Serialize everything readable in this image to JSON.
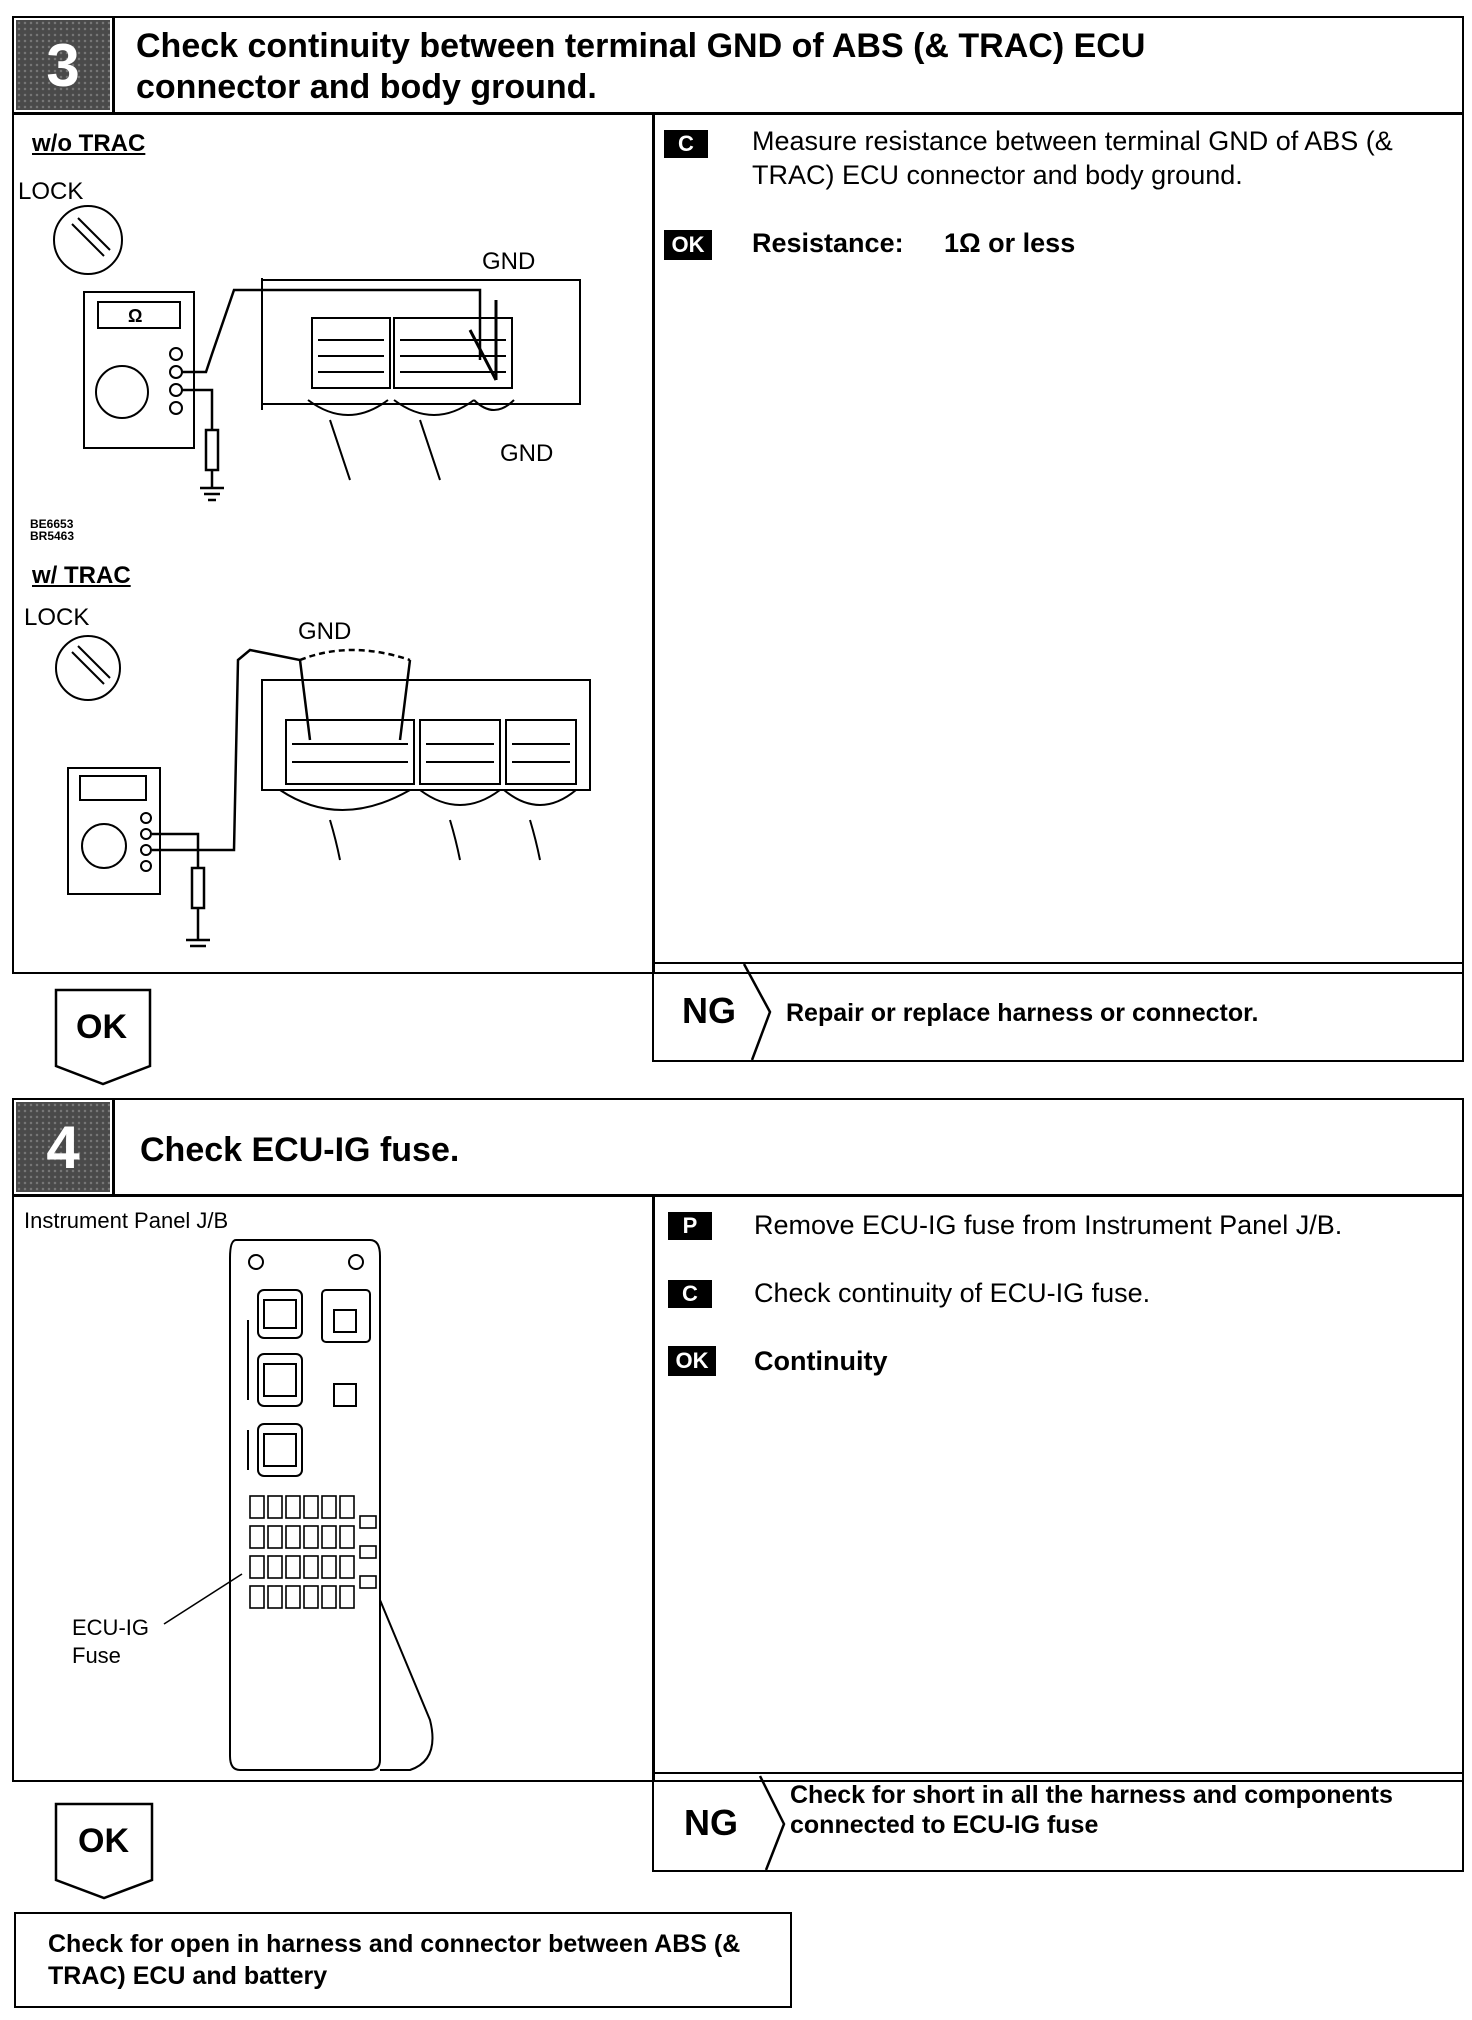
{
  "step3": {
    "number": "3",
    "title": "Check continuity between terminal GND of ABS (& TRAC) ECU connector and body ground.",
    "fig_a": {
      "heading": "w/o TRAC",
      "lock": "LOCK",
      "ohm_symbol": "Ω",
      "gnd_top": "GND",
      "gnd_bottom": "GND",
      "codes": [
        "BE6653",
        "BR5463"
      ]
    },
    "fig_b": {
      "heading": "w/ TRAC",
      "lock": "LOCK",
      "gnd": "GND"
    },
    "instr_c_badge": "C",
    "instr_c": "Measure resistance between terminal GND of ABS (& TRAC) ECU connector and body ground.",
    "ok_badge": "OK",
    "ok_label": "Resistance:",
    "ok_value": "1Ω or less",
    "ok_arrow": "OK",
    "ng_label": "NG",
    "ng_text": "Repair or replace harness or connector."
  },
  "step4": {
    "number": "4",
    "title": "Check ECU-IG fuse.",
    "fig": {
      "caption": "Instrument Panel J/B",
      "fuse_label": "ECU-IG Fuse"
    },
    "instr_p_badge": "P",
    "instr_p": "Remove ECU-IG fuse from Instrument Panel J/B.",
    "instr_c_badge": "C",
    "instr_c": "Check continuity of ECU-IG fuse.",
    "ok_badge": "OK",
    "ok_text": "Continuity",
    "ok_arrow": "OK",
    "ng_label": "NG",
    "ng_text": "Check for short in all the harness and components connected to ECU-IG fuse"
  },
  "final": {
    "text": "Check for open in harness and connector between ABS (& TRAC) ECU and battery"
  }
}
